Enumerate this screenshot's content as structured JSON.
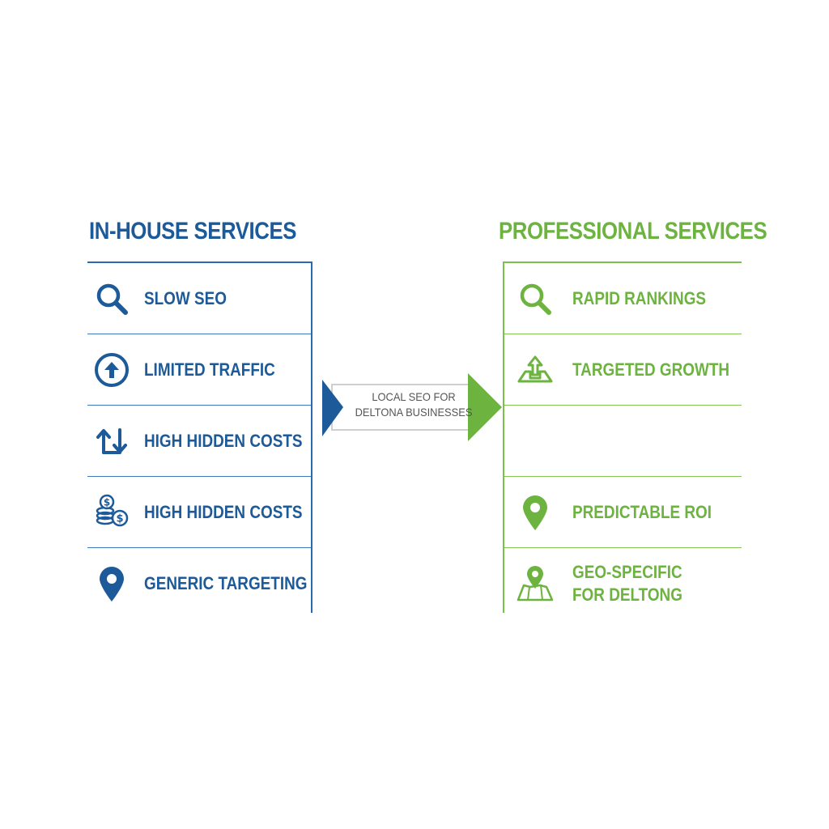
{
  "left": {
    "title": "IN-HOUSE SERVICES",
    "color": "#1d5a99",
    "items": [
      {
        "label": "SLOW SEO",
        "icon": "search-icon"
      },
      {
        "label": "LIMITED TRAFFIC",
        "icon": "arrow-up-circle-icon"
      },
      {
        "label": "HIGH HIDDEN COSTS",
        "icon": "up-down-arrows-icon"
      },
      {
        "label": "HIGH HIDDEN COSTS",
        "icon": "coins-icon"
      },
      {
        "label": "GENERIC TARGETING",
        "icon": "map-pin-icon"
      }
    ]
  },
  "right": {
    "title": "PROFESSIONAL SERVICES",
    "color": "#6db33f",
    "items": [
      {
        "label": "RAPID RANKINGS",
        "icon": "search-icon"
      },
      {
        "label": "TARGETED GROWTH",
        "icon": "growth-arrow-icon"
      },
      {
        "label": "",
        "icon": ""
      },
      {
        "label": "PREDICTABLE ROI",
        "icon": "map-pin-icon"
      },
      {
        "label": "GEO-SPECIFIC FOR DELTONG",
        "icon": "map-location-icon"
      }
    ]
  },
  "center": {
    "line1": "LOCAL SEO FOR",
    "line2": "DELTONA BUSINESSES"
  }
}
